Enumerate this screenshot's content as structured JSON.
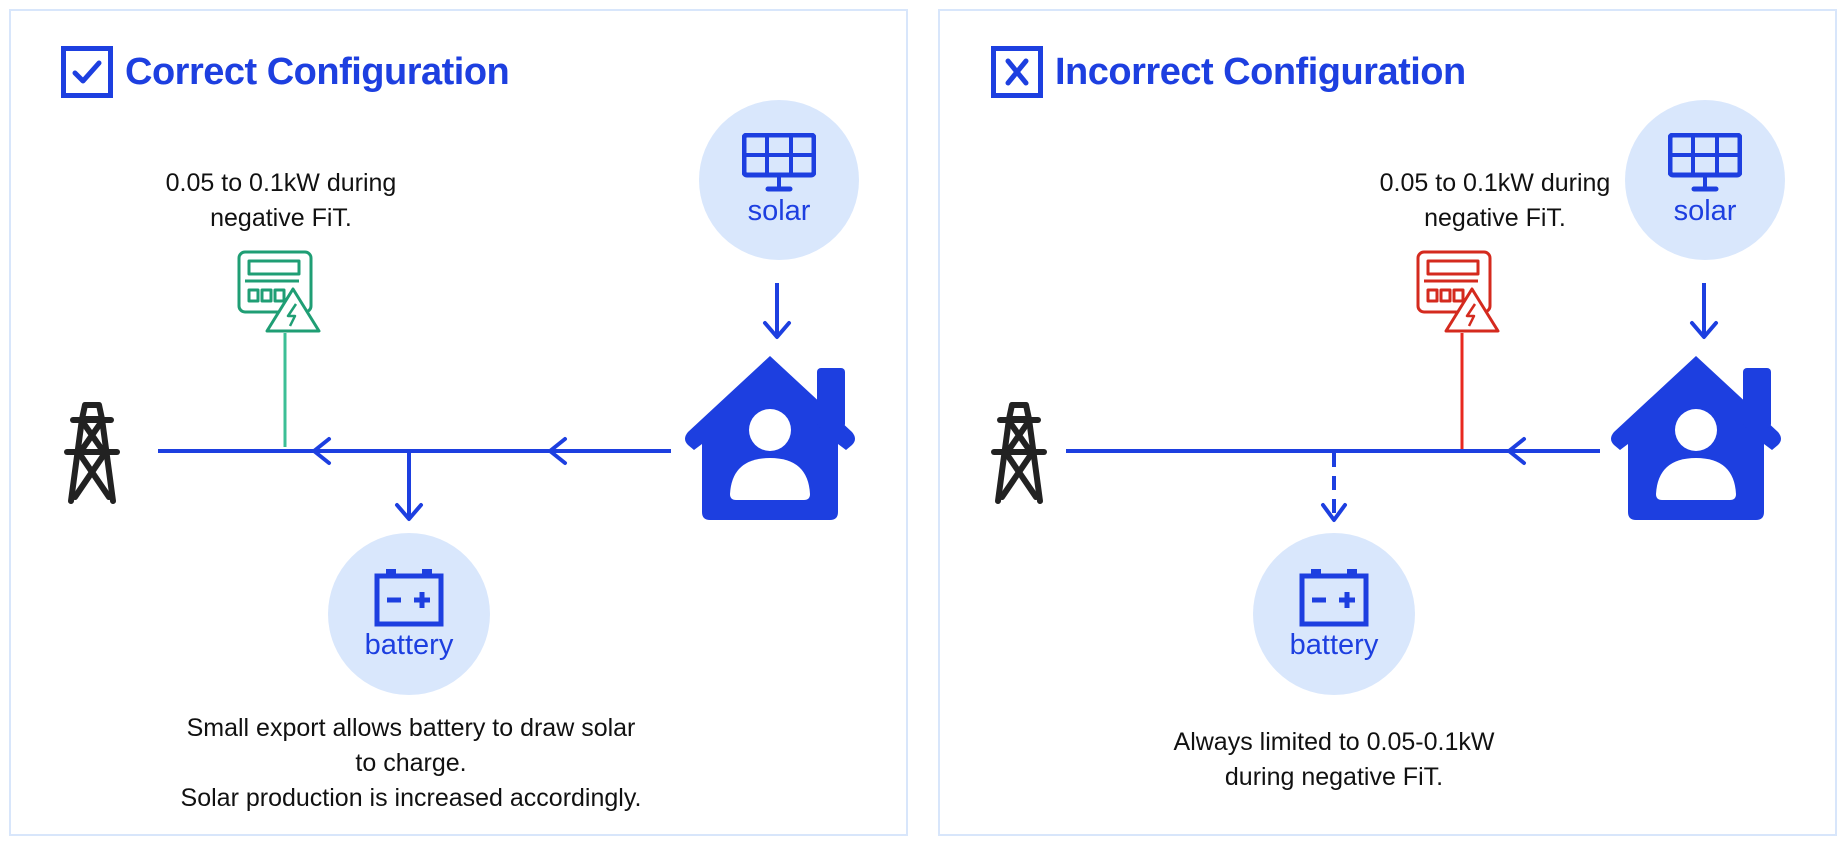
{
  "colors": {
    "primary": "#1d3fe0",
    "node_bg": "#d9e7fc",
    "panel_border": "#d8e6fb",
    "meter_ok": "#1f9e74",
    "meter_ok_line": "#3cbf96",
    "meter_bad": "#d42a1e",
    "meter_bad_line": "#e8281f",
    "tower": "#222222"
  },
  "panels": [
    {
      "id": "correct",
      "title": "Correct Configuration",
      "title_icon": "checkbox-checked-icon",
      "meter_note": [
        "0.05 to 0.1kW during",
        "negative FiT."
      ],
      "meter_icon": "smart-meter-icon",
      "meter_status": "ok",
      "solar_label": "solar",
      "battery_label": "battery",
      "battery_link": "solid",
      "description": [
        "Small export allows battery to draw solar",
        "to charge.",
        "Solar production is increased accordingly."
      ]
    },
    {
      "id": "incorrect",
      "title": "Incorrect Configuration",
      "title_icon": "checkbox-crossed-icon",
      "meter_note": [
        "0.05 to 0.1kW during",
        "negative FiT."
      ],
      "meter_icon": "smart-meter-icon",
      "meter_status": "error",
      "solar_label": "solar",
      "battery_label": "battery",
      "battery_link": "dashed",
      "description": [
        "Always limited to 0.05-0.1kW",
        "during negative FiT."
      ]
    }
  ]
}
